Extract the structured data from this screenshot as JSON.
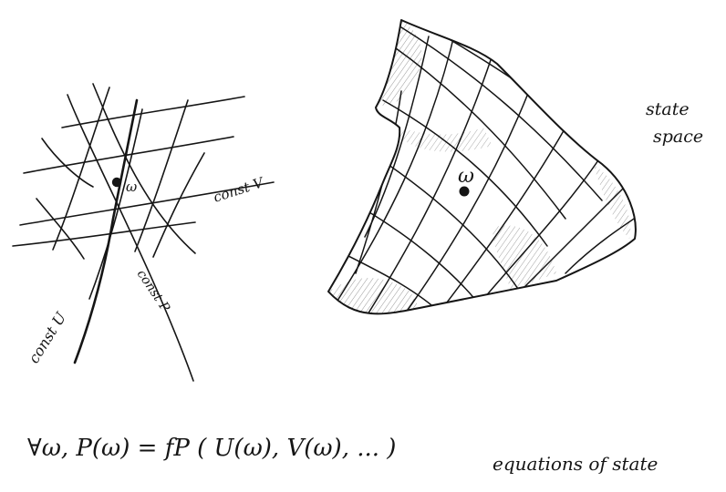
{
  "left_diagram": {
    "point_label": "ω",
    "label_const_v": "const V",
    "label_const_u": "const U",
    "label_const_p": "const P"
  },
  "right_diagram": {
    "point_label": "ω",
    "state_space_line1": "state",
    "state_space_line2": "space"
  },
  "formula": "∀ω,  P(ω) = fP ( U(ω), V(ω), ... )",
  "caption": "equations of state"
}
